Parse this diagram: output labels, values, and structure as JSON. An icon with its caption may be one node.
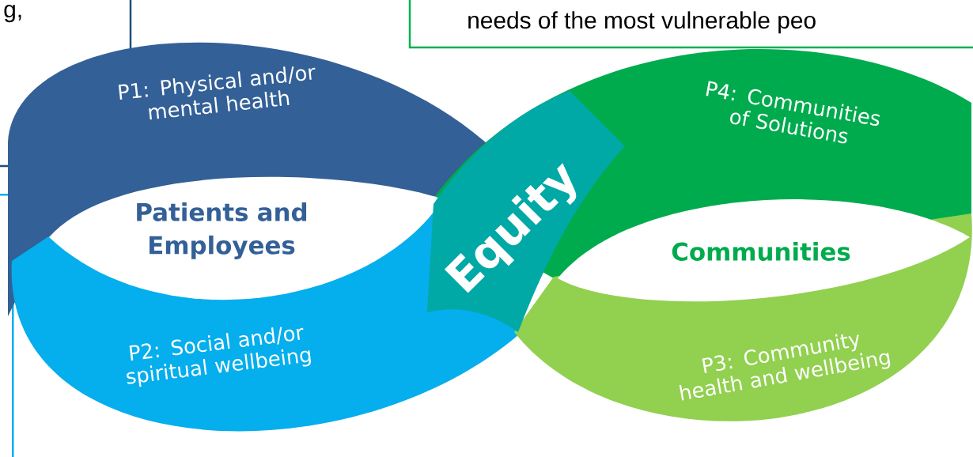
{
  "diagram": {
    "nodes": [
      {
        "text": [
          "g,"
        ]
      },
      {
        "text": [
          "needs of the most vulnerable peo"
        ]
      },
      {
        "text": [
          "P1: Physical and/or mental health"
        ]
      },
      {
        "text": [
          "P4: Communities of Solutions"
        ]
      },
      {
        "text": [],
        "shape": "box"
      },
      {
        "text": [
          "Equity"
        ]
      },
      {
        "text": [
          "P2: Social and/or spiritual wellbeing"
        ]
      },
      {
        "text": [
          "P3: Community health and wellbeing"
        ]
      }
    ],
    "edges": [],
    "labels": [
      "Patients and Employees",
      "Communities"
    ]
  }
}
